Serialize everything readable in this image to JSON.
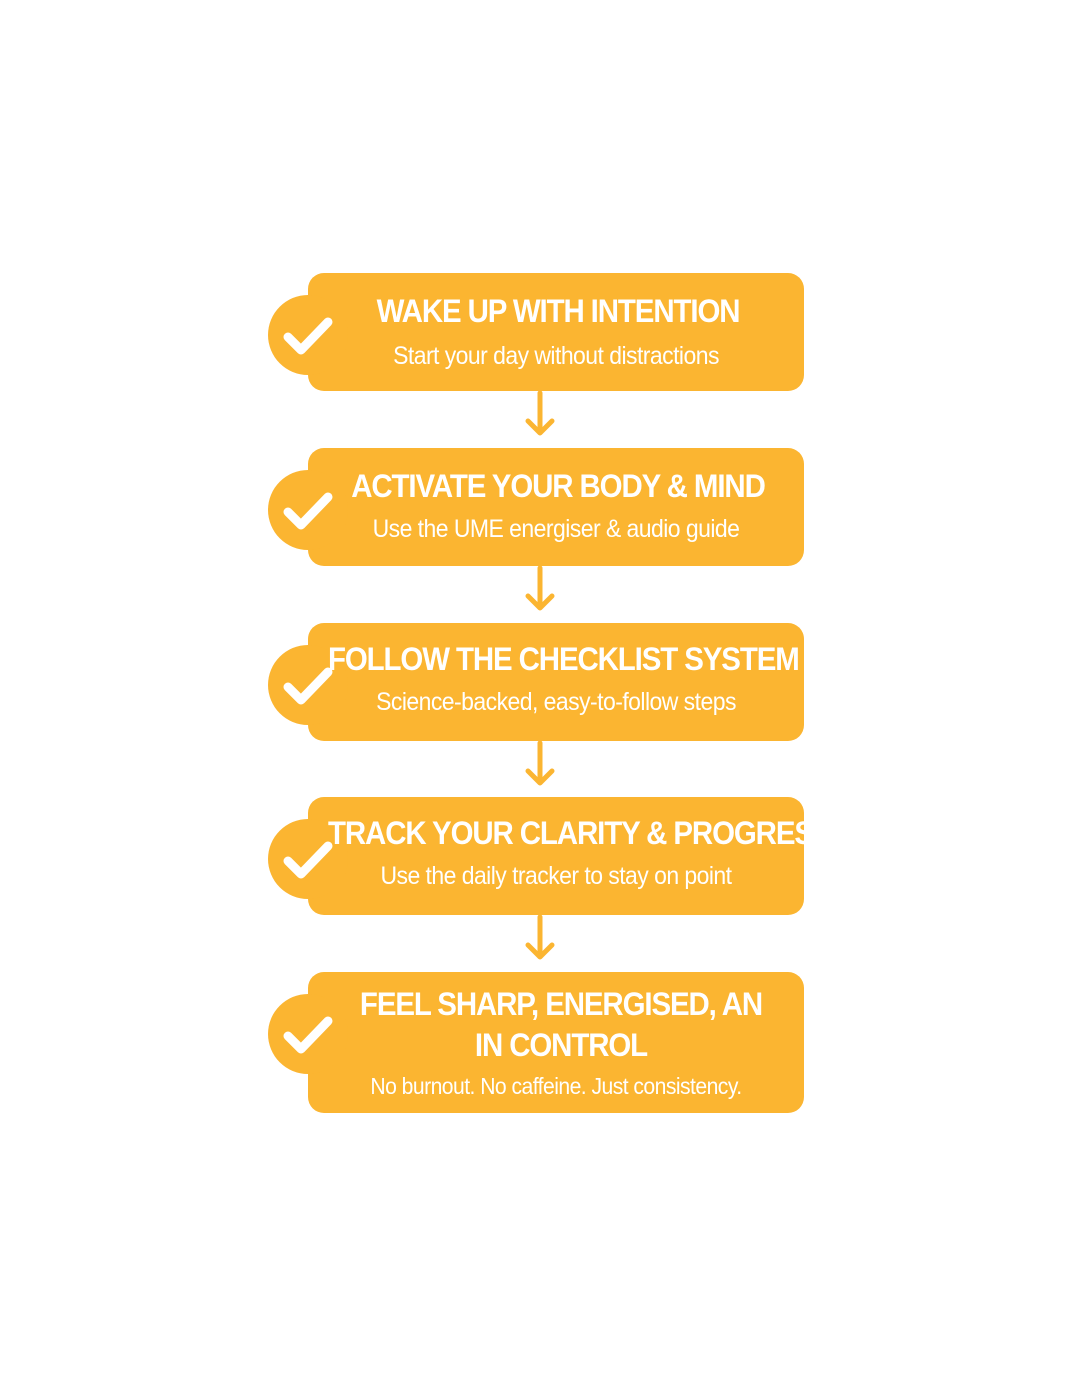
{
  "brand": {
    "accent_color": "#fbb531",
    "text_color": "#ffffff",
    "background": "#ffffff"
  },
  "icons": {
    "badge_icon": "checkmark-icon",
    "connector_icon": "arrow-down-icon"
  },
  "steps": [
    {
      "title": "WAKE UP WITH INTENTION",
      "subtitle": "Start your day without distractions"
    },
    {
      "title": "ACTIVATE YOUR BODY & MIND",
      "subtitle": "Use the UME energiser & audio guide"
    },
    {
      "title": "FOLLOW THE CHECKLIST SYSTEM",
      "subtitle": "Science-backed, easy-to-follow steps"
    },
    {
      "title": "TRACK YOUR CLARITY & PROGRESS",
      "subtitle": "Use the daily tracker to stay on point"
    },
    {
      "title": "FEEL SHARP, ENERGISED, AN IN CONTROL",
      "subtitle": "No burnout. No caffeine. Just consistency."
    }
  ]
}
